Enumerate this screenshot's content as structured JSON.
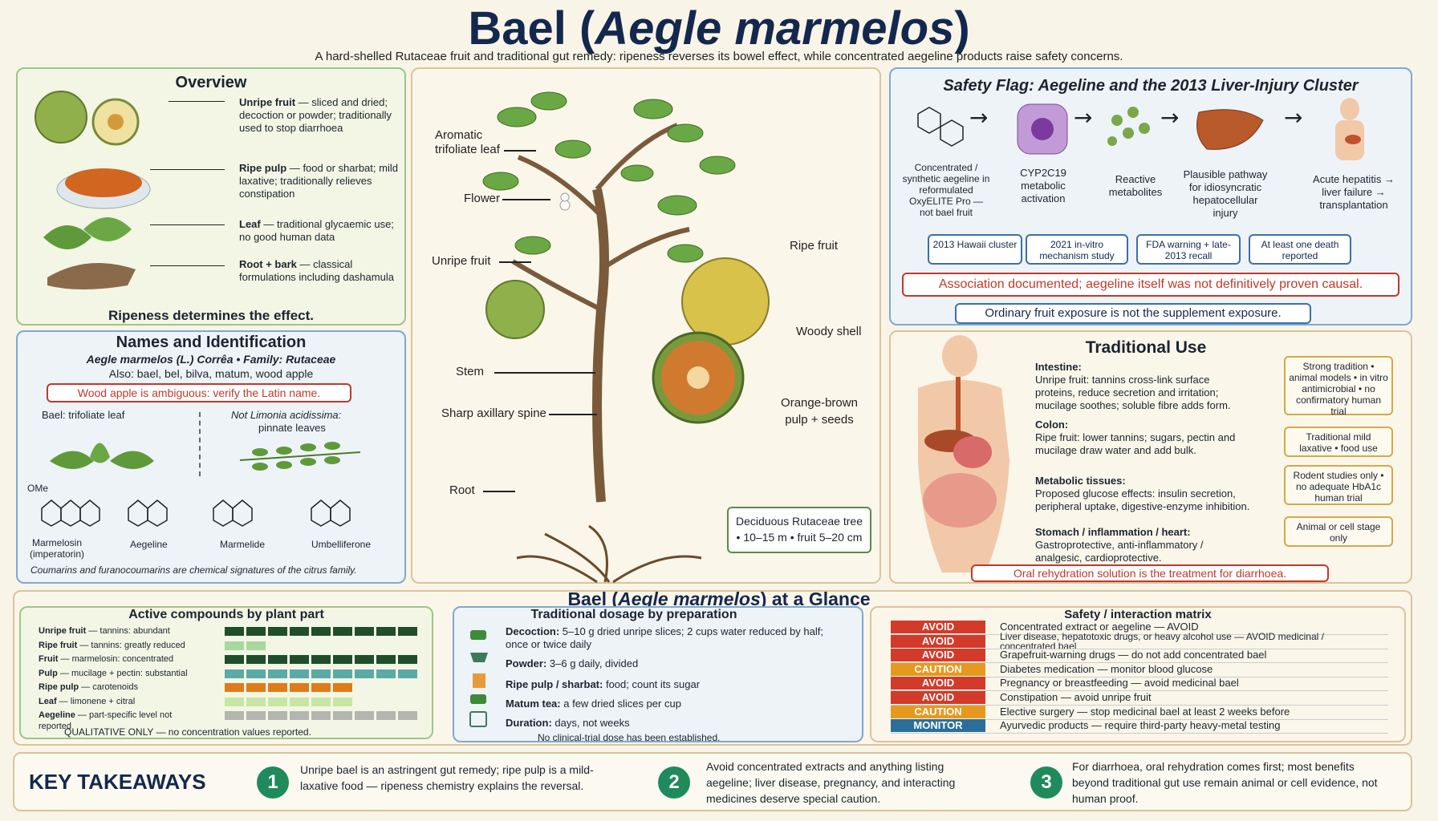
{
  "header": {
    "title_main": "Bael (",
    "title_italic": "Aegle marmelos",
    "title_end": ")",
    "subtitle": "A hard-shelled Rutaceae fruit and traditional gut remedy: ripeness reverses its bowel effect, while concentrated aegeline products raise safety concerns."
  },
  "overview": {
    "title": "Overview",
    "items": [
      {
        "head": "Unripe fruit",
        "text": " — sliced and dried; decoction or powder; traditionally used to stop diarrhoea"
      },
      {
        "head": "Ripe pulp",
        "text": " — food or sharbat; mild laxative; traditionally relieves constipation"
      },
      {
        "head": "Leaf",
        "text": " — traditional glycaemic use; no good human data"
      },
      {
        "head": "Root + bark",
        "text": " — classical formulations including dashamula"
      }
    ],
    "footer": "Ripeness determines the effect."
  },
  "names": {
    "title": "Names and Identification",
    "latin": "Aegle marmelos (L.) Corrêa • Family: Rutaceae",
    "also": "Also: bael, bel, bilva, matum, wood apple",
    "warning": "Wood apple is ambiguous: verify the Latin name.",
    "bael_leaf": "Bael: trifoliate leaf",
    "not_limonia": "Not Limonia acidissima:",
    "pinnate": "pinnate leaves",
    "compounds": [
      "Marmelosin (imperatorin)",
      "Aegeline",
      "Marmelide",
      "Umbelliferone"
    ],
    "ome": "OMe",
    "note": "Coumarins and furanocoumarins are chemical signatures of the citrus family."
  },
  "tree": {
    "labels": [
      "Aromatic trifoliate leaf",
      "Flower",
      "Unripe fruit",
      "Stem",
      "Sharp axillary spine",
      "Root",
      "Ripe fruit",
      "Woody shell",
      "Orange-brown pulp + seeds"
    ],
    "box_line1": "Deciduous Rutaceae tree",
    "box_line2": "• 10–15 m • fruit 5–20 cm"
  },
  "safety": {
    "title": "Safety Flag: Aegeline and the 2013 Liver-Injury Cluster",
    "steps": [
      "Concentrated / synthetic aegeline in reformulated OxyELITE Pro — not bael fruit",
      "CYP2C19 metabolic activation",
      "Reactive metabolites",
      "Plausible pathway for idiosyncratic hepatocellular injury",
      "Acute hepatitis → liver failure → transplantation"
    ],
    "timeline": [
      "2013 Hawaii cluster",
      "2021 in-vitro mechanism study",
      "FDA warning + late-2013 recall",
      "At least one death reported"
    ],
    "red_note": "Association documented; aegeline itself was not definitively proven causal.",
    "blue_note": "Ordinary fruit exposure is not the supplement exposure."
  },
  "traditional": {
    "title": "Traditional Use",
    "sections": [
      {
        "head": "Intestine:",
        "text": "Unripe fruit: tannins cross-link surface proteins, reduce secretion and irritation; mucilage soothes; soluble fibre adds form."
      },
      {
        "head": "Colon:",
        "text": "Ripe fruit: lower tannins; sugars, pectin and mucilage draw water and add bulk."
      },
      {
        "head": "Metabolic tissues:",
        "text": "Proposed glucose effects: insulin secretion, peripheral uptake, digestive-enzyme inhibition."
      },
      {
        "head": "Stomach / inflammation / heart:",
        "text": "Gastroprotective, anti-inflammatory / analgesic, cardioprotective."
      }
    ],
    "evidence": [
      "Strong tradition • animal models • in vitro antimicrobial • no confirmatory human trial",
      "Traditional mild laxative • food use",
      "Rodent studies only • no adequate HbA1c human trial",
      "Animal or cell stage only"
    ],
    "note": "Oral rehydration solution is the treatment for diarrhoea."
  },
  "glance": {
    "title_a": "Bael (",
    "title_b": "Aegle marmelos",
    "title_c": ") at a Glance"
  },
  "compounds": {
    "title": "Active compounds by plant part",
    "rows": [
      {
        "label": "Unripe fruit",
        "detail": " — tannins: abundant",
        "level": 9,
        "color": "#1f4f2a"
      },
      {
        "label": "Ripe fruit",
        "detail": " — tannins: greatly reduced",
        "level": 2,
        "color": "#a9d7a0"
      },
      {
        "label": "Fruit",
        "detail": " — marmelosin: concentrated",
        "level": 9,
        "color": "#1f4f2a"
      },
      {
        "label": "Pulp",
        "detail": " — mucilage + pectin: substantial",
        "level": 9,
        "color": "#5aaba8"
      },
      {
        "label": "Ripe pulp",
        "detail": " — carotenoids",
        "level": 6,
        "color": "#e07b1a"
      },
      {
        "label": "Leaf",
        "detail": " — limonene + citral",
        "level": 6,
        "color": "#c7e6a4"
      },
      {
        "label": "Aegeline",
        "detail": " — part-specific level not reported",
        "level": 9,
        "color": "#b5b5b0"
      }
    ],
    "footer": "QUALITATIVE ONLY — no concentration values reported."
  },
  "dosage": {
    "title": "Traditional dosage by preparation",
    "rows": [
      {
        "head": "Decoction:",
        "text": " 5–10 g dried unripe slices; 2 cups water reduced by half; once or twice daily"
      },
      {
        "head": "Powder:",
        "text": " 3–6 g daily, divided"
      },
      {
        "head": "Ripe pulp / sharbat:",
        "text": " food; count its sugar"
      },
      {
        "head": "Matum tea:",
        "text": " a few dried slices per cup"
      },
      {
        "head": "Duration:",
        "text": " days, not weeks"
      }
    ],
    "footer": "No clinical-trial dose has been established."
  },
  "matrix": {
    "title": "Safety / interaction matrix",
    "rows": [
      {
        "tag": "AVOID",
        "color": "#d33a2a",
        "text": "Concentrated extract or aegeline — AVOID"
      },
      {
        "tag": "AVOID",
        "color": "#d33a2a",
        "text": "Liver disease, hepatotoxic drugs, or heavy alcohol use — AVOID medicinal / concentrated bael"
      },
      {
        "tag": "AVOID",
        "color": "#d33a2a",
        "text": "Grapefruit-warning drugs — do not add concentrated bael"
      },
      {
        "tag": "CAUTION",
        "color": "#e6991f",
        "text": "Diabetes medication — monitor blood glucose"
      },
      {
        "tag": "AVOID",
        "color": "#d33a2a",
        "text": "Pregnancy or breastfeeding — avoid medicinal bael"
      },
      {
        "tag": "AVOID",
        "color": "#d33a2a",
        "text": "Constipation — avoid unripe fruit"
      },
      {
        "tag": "CAUTION",
        "color": "#e6991f",
        "text": "Elective surgery — stop medicinal bael at least 2 weeks before"
      },
      {
        "tag": "MONITOR",
        "color": "#2a6f9a",
        "text": "Ayurvedic products — require third-party heavy-metal testing"
      }
    ]
  },
  "takeaways": {
    "title": "KEY TAKEAWAYS",
    "items": [
      {
        "num": "1",
        "text": "Unripe bael is an astringent gut remedy; ripe pulp is a mild-laxative food — ripeness chemistry explains the reversal."
      },
      {
        "num": "2",
        "text": "Avoid concentrated extracts and anything listing aegeline; liver disease, pregnancy, and interacting medicines deserve special caution."
      },
      {
        "num": "3",
        "text": "For diarrhoea, oral rehydration comes first; most benefits beyond traditional gut use remain animal or cell evidence, not human proof."
      }
    ]
  }
}
